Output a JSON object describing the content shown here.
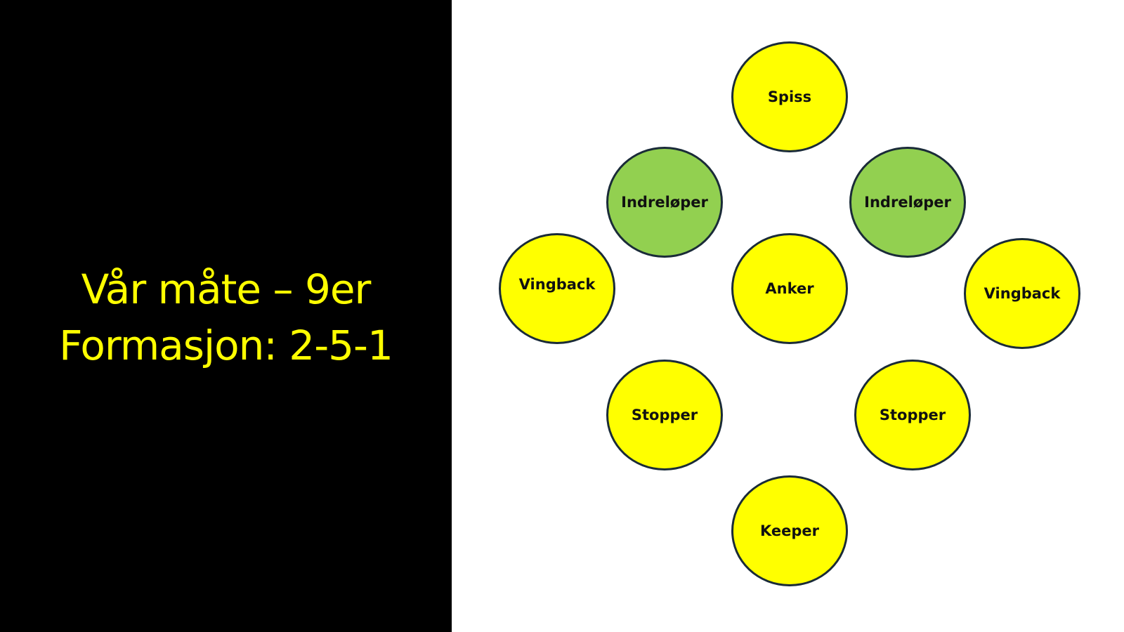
{
  "title": {
    "line1": "Vår måte – 9er",
    "line2": "Formasjon: 2-5-1"
  },
  "colors": {
    "left_panel": "#000000",
    "title_text": "#FFFF00",
    "player_yellow": "#FFFF00",
    "player_green": "#92D050",
    "player_border": "#1A2B38"
  },
  "players": {
    "spiss": "Spiss",
    "indrelooper_left": "Indreløper",
    "indrelooper_right": "Indreløper",
    "vingback_left": "Vingback",
    "anker": "Anker",
    "vingback_right": "Vingback",
    "stopper_left": "Stopper",
    "stopper_right": "Stopper",
    "keeper": "Keeper"
  }
}
